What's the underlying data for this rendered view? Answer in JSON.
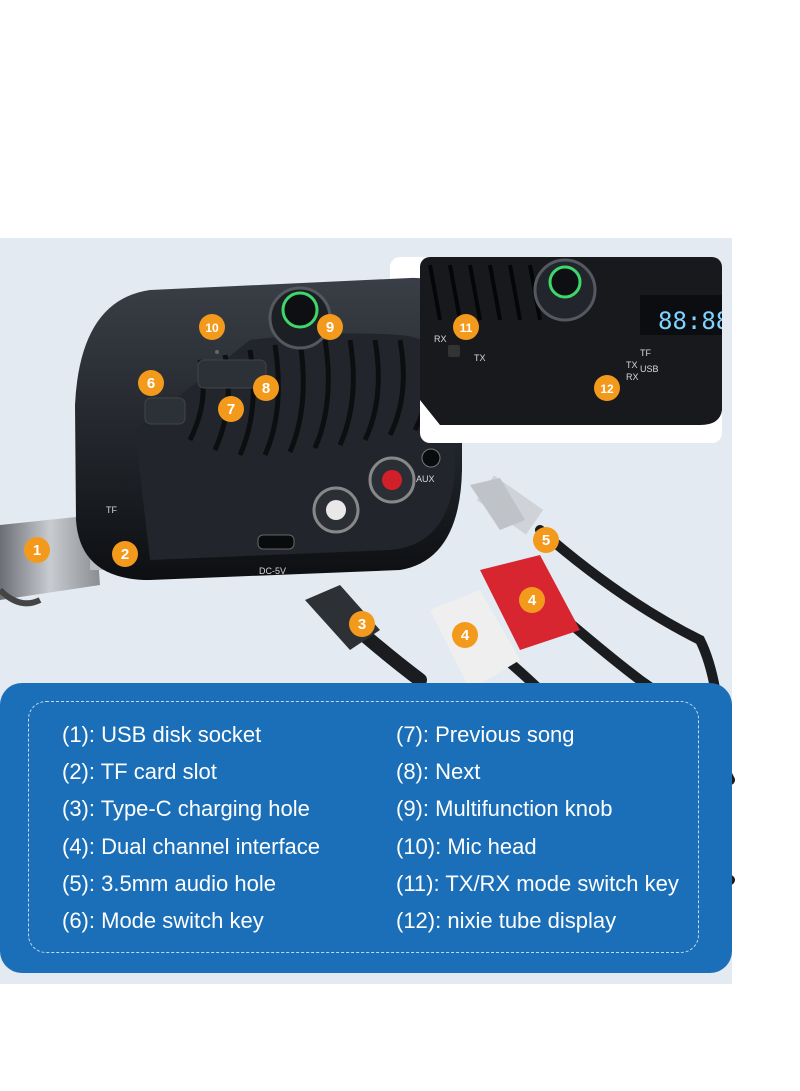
{
  "product_labels": {
    "port_labels": {
      "tf": "TF",
      "dc": "DC-5V",
      "aux": "AUX",
      "rx": "RX",
      "tx": "TX"
    },
    "display_labels": {
      "tx": "TX",
      "tf": "TF",
      "rx": "RX",
      "usb": "USB"
    },
    "display_digits": "88:88"
  },
  "badges": [
    "1",
    "2",
    "3",
    "4",
    "4",
    "5",
    "6",
    "7",
    "8",
    "9",
    "10",
    "11",
    "12"
  ],
  "legend": {
    "left": [
      {
        "num": "(1)",
        "text": ": USB disk socket"
      },
      {
        "num": "(2)",
        "text": ": TF card slot"
      },
      {
        "num": "(3)",
        "text": ": Type-C charging hole"
      },
      {
        "num": "(4)",
        "text": ": Dual channel interface"
      },
      {
        "num": "(5)",
        "text": ": 3.5mm audio hole"
      },
      {
        "num": "(6)",
        "text": ": Mode switch key"
      }
    ],
    "right": [
      {
        "num": "(7)",
        "text": ": Previous song"
      },
      {
        "num": "(8)",
        "text": ": Next"
      },
      {
        "num": "(9)",
        "text": ": Multifunction knob"
      },
      {
        "num": "(10)",
        "text": ": Mic head"
      },
      {
        "num": "(11)",
        "text": ": TX/RX mode switch key"
      },
      {
        "num": "(12)",
        "text": ": nixie tube display"
      }
    ]
  },
  "colors": {
    "badge": "#f39a1c",
    "legend_bg": "#1a6fb8",
    "panel_bg": "#e3eaf1",
    "device": "#16191e"
  }
}
